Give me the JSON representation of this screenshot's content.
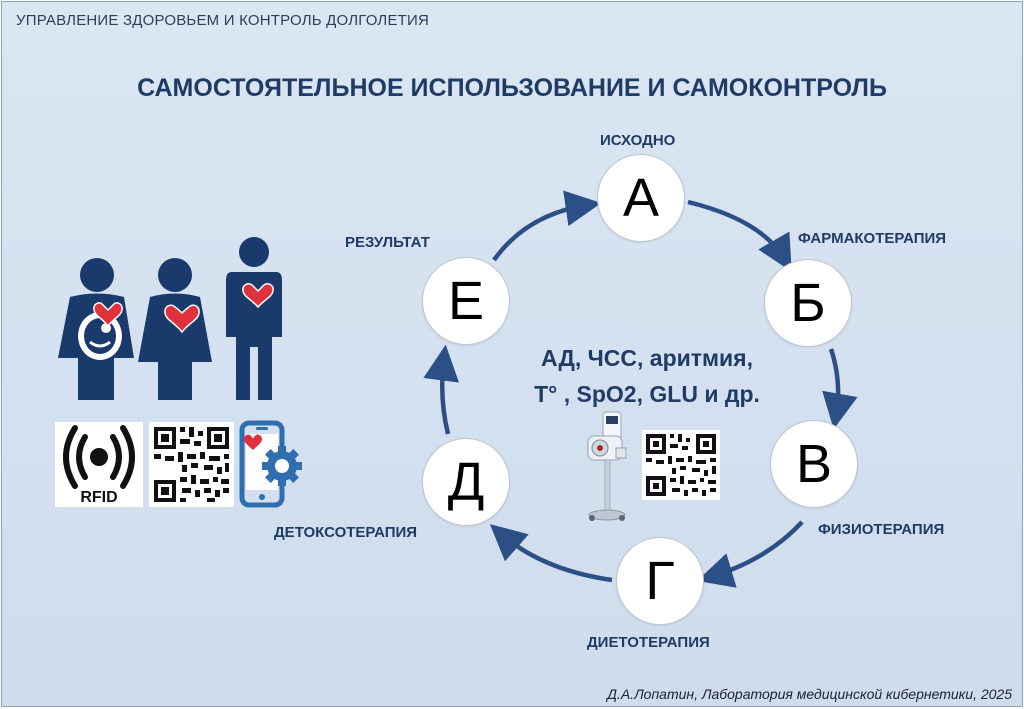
{
  "header": {
    "topline": "УПРАВЛЕНИЕ ЗДОРОВЬЕМ И КОНТРОЛЬ ДОЛГОЛЕТИЯ"
  },
  "title": "САМОСТОЯТЕЛЬНОЕ ИСПОЛЬЗОВАНИЕ И САМОКОНТРОЛЬ",
  "cycle": {
    "nodes": [
      {
        "letter": "А",
        "label": "ИСХОДНО"
      },
      {
        "letter": "Б",
        "label": "ФАРМАКОТЕРАПИЯ"
      },
      {
        "letter": "В",
        "label": "ФИЗИОТЕРАПИЯ"
      },
      {
        "letter": "Г",
        "label": "ДИЕТОТЕРАПИЯ"
      },
      {
        "letter": "Д",
        "label": "ДЕТОКСОТЕРАПИЯ"
      },
      {
        "letter": "Е",
        "label": "РЕЗУЛЬТАТ"
      }
    ],
    "center": {
      "line1": "АД, ЧСС, аритмия,",
      "line2": "T° , SpO2, GLU и др."
    }
  },
  "icons": {
    "rfid_text": "RFID",
    "people": [
      "pregnant-woman-icon",
      "woman-icon",
      "man-icon"
    ],
    "devices": [
      "rfid-icon",
      "qr-code-icon",
      "smartphone-gear-icon"
    ],
    "monitor": "health-monitor-station-icon"
  },
  "colors": {
    "primary": "#1f3b66",
    "figure": "#1a3a6b",
    "heart": "#e0323c",
    "gear": "#2f6fb0"
  },
  "footer": "Д.А.Лопатин, Лаборатория медицинской кибернетики, 2025"
}
